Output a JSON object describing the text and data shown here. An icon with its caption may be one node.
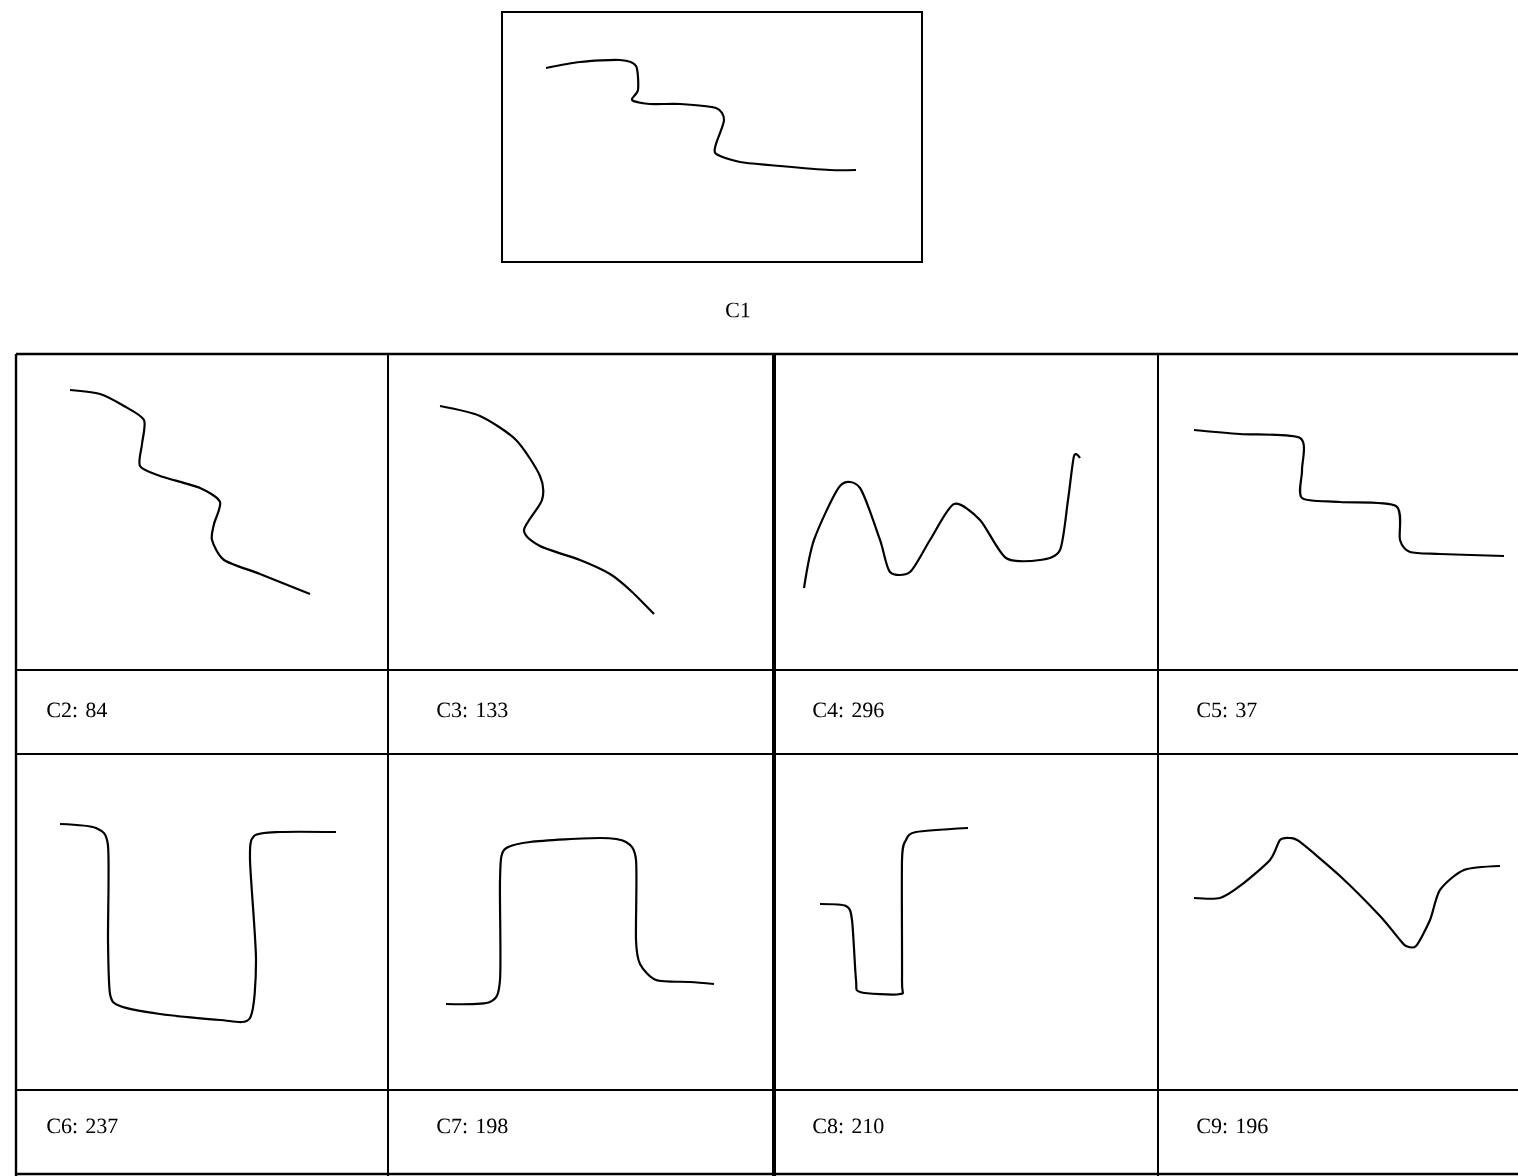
{
  "diagram": {
    "labels": [
      "C1",
      "C2: 84",
      "C3: 133",
      "C4: 296",
      "C5: 37",
      "C6: 237",
      "C7: 198",
      "C8: 210",
      "C9: 196"
    ]
  }
}
